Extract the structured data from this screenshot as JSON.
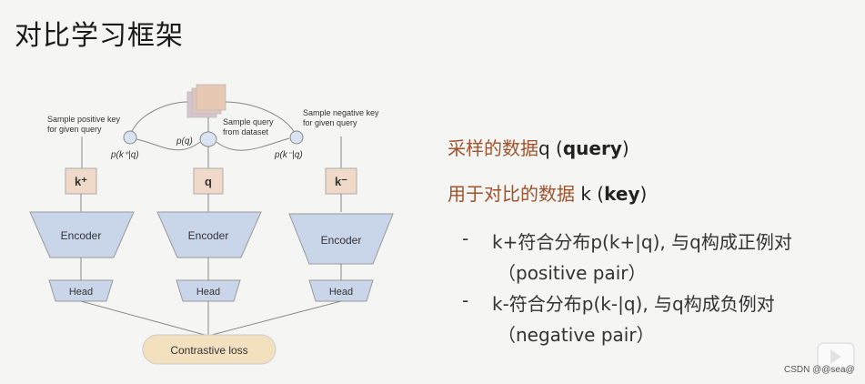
{
  "slide": {
    "title": "对比学习框架"
  },
  "diagram": {
    "sample_positive": [
      "Sample positive key",
      "for given query"
    ],
    "sample_query": [
      "Sample query",
      "from dataset"
    ],
    "sample_negative": [
      "Sample negative key",
      "for given query"
    ],
    "p_pos": "p(k⁺|q)",
    "p_q": "p(q)",
    "p_neg": "p(k⁻|q)",
    "k_pos": "k⁺",
    "q": "q",
    "k_neg": "k⁻",
    "encoder": "Encoder",
    "head": "Head",
    "loss": "Contrastive loss"
  },
  "text": {
    "line1_colored": "采样的数据",
    "line1_plain": "q (",
    "line1_bold": "query",
    "line1_end": ")",
    "line2_colored": "用于对比的数据",
    "line2_plain": " k (",
    "line2_bold": "key",
    "line2_end": ")",
    "bullet1_dash": "-",
    "bullet1_a": "k+符合分布p(k+|q), 与q构成正例对",
    "bullet1_b": "（positive pair）",
    "bullet2_dash": "-",
    "bullet2_a": "k-符合分布p(k-|q), 与q构成负例对",
    "bullet2_b": "（negative pair）"
  },
  "watermark": "CSDN @@sea@",
  "colors": {
    "accent": "#a0522d",
    "key_box": "#f1d9c9",
    "encoder": "#c9d6ea",
    "loss": "#f3e0bf"
  }
}
